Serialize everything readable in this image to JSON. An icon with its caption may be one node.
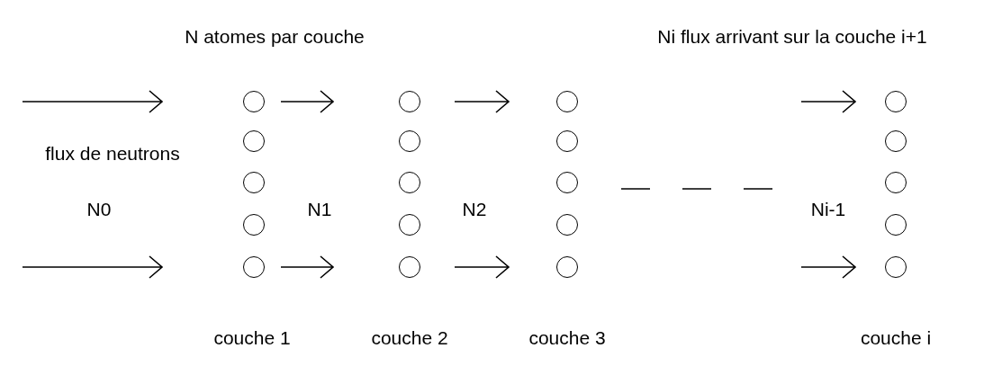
{
  "diagram": {
    "nodes": [
      {
        "text": [],
        "shape": "circle"
      },
      {
        "text": [],
        "shape": "circle"
      },
      {
        "text": [],
        "shape": "circle"
      },
      {
        "text": [],
        "shape": "circle"
      },
      {
        "text": [],
        "shape": "circle"
      },
      {
        "text": [],
        "shape": "circle"
      },
      {
        "text": [],
        "shape": "circle"
      },
      {
        "text": [],
        "shape": "circle"
      },
      {
        "text": [],
        "shape": "circle"
      },
      {
        "text": [],
        "shape": "circle"
      },
      {
        "text": [],
        "shape": "circle"
      },
      {
        "text": [],
        "shape": "circle"
      },
      {
        "text": [],
        "shape": "circle"
      },
      {
        "text": [],
        "shape": "circle"
      },
      {
        "text": [],
        "shape": "circle"
      },
      {
        "text": [],
        "shape": "circle"
      },
      {
        "text": [],
        "shape": "circle"
      },
      {
        "text": [],
        "shape": "circle"
      },
      {
        "text": [],
        "shape": "circle"
      },
      {
        "text": [],
        "shape": "circle"
      }
    ],
    "labels": [
      "N atomes par couche",
      "Ni flux arrivant sur la couche i+1",
      "flux de neutrons",
      "N0",
      "N1",
      "N2",
      "Ni-1",
      "couche 1",
      "couche 2",
      "couche 3",
      "couche i"
    ]
  }
}
